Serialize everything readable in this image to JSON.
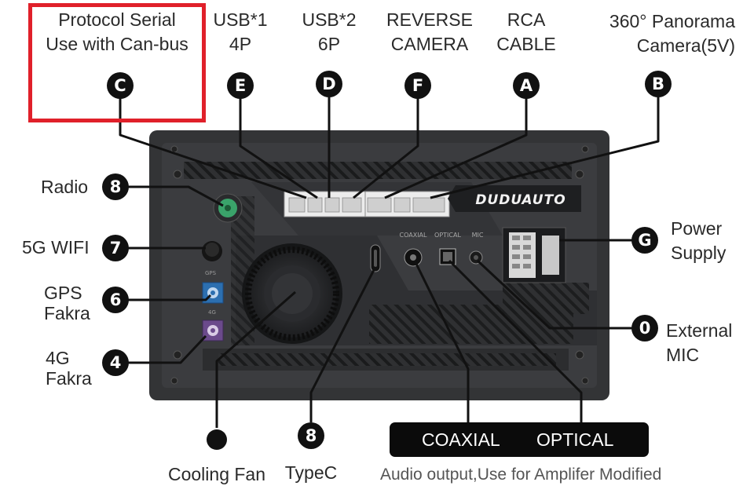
{
  "labels": {
    "protocol_serial_line1": "Protocol Serial",
    "protocol_serial_line2": "Use with Can-bus",
    "usb1_line1": "USB*1",
    "usb1_line2": "4P",
    "usb2_line1": "USB*2",
    "usb2_line2": "6P",
    "reverse_line1": "REVERSE",
    "reverse_line2": "CAMERA",
    "rca_line1": "RCA",
    "rca_line2": "CABLE",
    "panorama_line1": "360° Panorama",
    "panorama_line2": "Camera(5V)",
    "radio": "Radio",
    "wifi": "5G WIFI",
    "gps_line1": "GPS",
    "gps_line2": "Fakra",
    "fourg_line1": "4G",
    "fourg_line2": "Fakra",
    "power_line1": "Power",
    "power_line2": "Supply",
    "mic_line1": "External",
    "mic_line2": "MIC",
    "cooling_fan": "Cooling Fan",
    "typec": "TypeC",
    "coaxial": "COAXIAL",
    "optical": "OPTICAL",
    "audio_note": "Audio output,Use for Amplifer Modified"
  },
  "badges": {
    "c": "C",
    "e": "E",
    "d": "D",
    "f": "F",
    "a": "A",
    "b": "B",
    "g": "G",
    "radio": "8",
    "wifi": "7",
    "gps": "6",
    "fourg": "4",
    "mic": "0",
    "typec": "8"
  },
  "device": {
    "brand": "DUDUAUTO",
    "port_coaxial": "COAXIAL",
    "port_optical": "OPTICAL",
    "port_mic": "MIC",
    "gps_tag": "GPS",
    "fourg_tag": "4G"
  },
  "colors": {
    "highlight": "#e0202a",
    "badge": "#111111",
    "device_body": "#3a3b3d",
    "gps_fakra": "#2c6fb0",
    "fourg_fakra": "#6b4a8c",
    "radio_fakra": "#3aa36a"
  }
}
